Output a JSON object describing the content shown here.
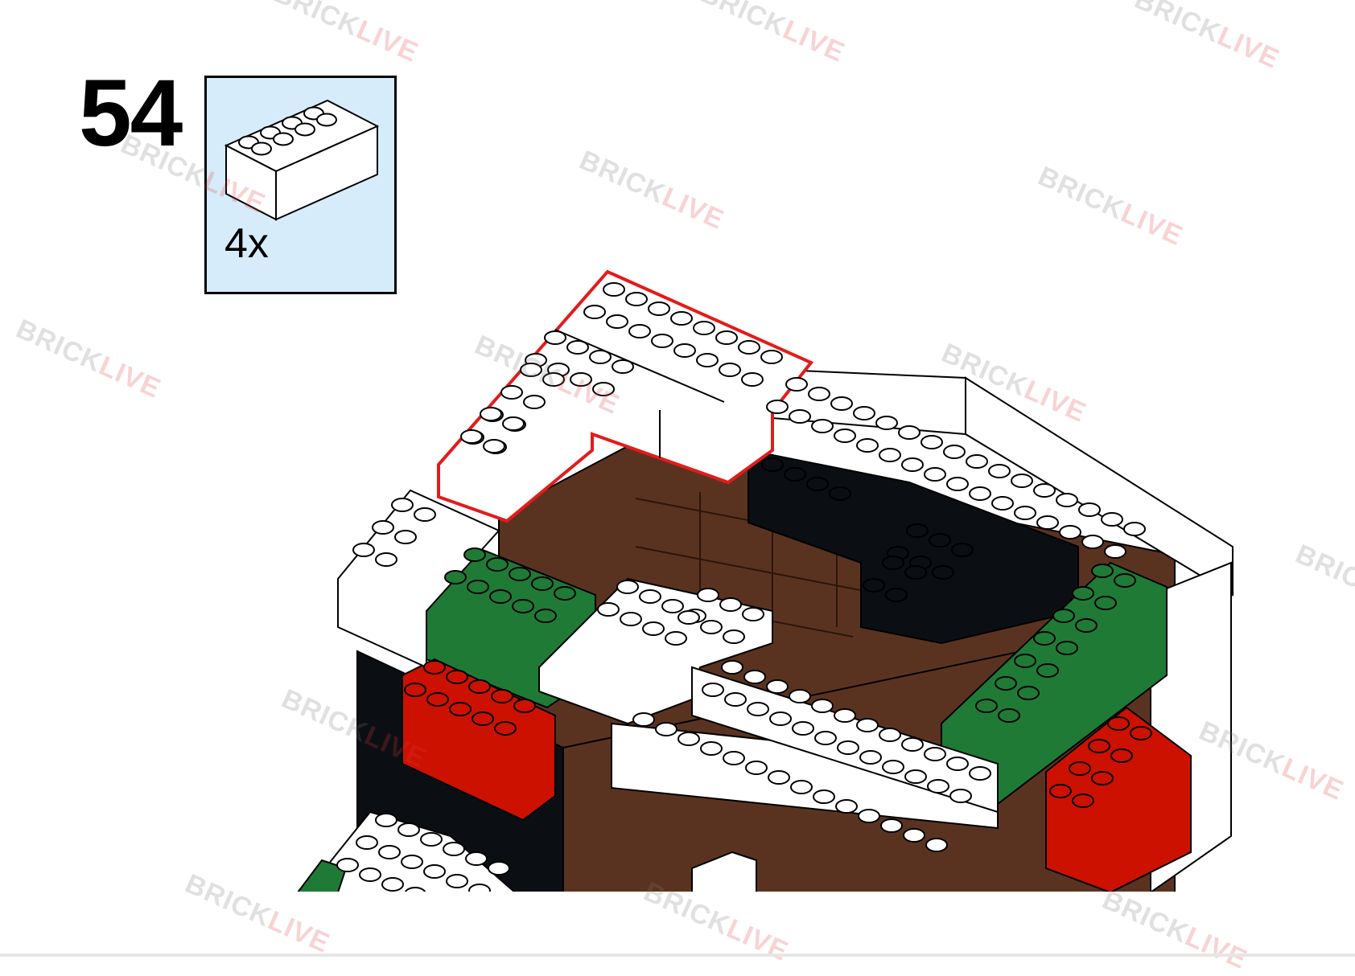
{
  "step": {
    "number": "54"
  },
  "parts": {
    "count_label": "4x",
    "part": "white-2x4-brick-icon"
  },
  "watermark": {
    "brand_part1": "BRICK",
    "brand_part2": "LIVE"
  },
  "colors": {
    "background": "#ffffff",
    "parts_box_fill": "#d7ecfb",
    "highlight_outline": "#e41b1b",
    "brick_white": "#ffffff",
    "brick_green": "#1f7a36",
    "brick_red": "#cc1100",
    "brick_brown": "#5a3320",
    "brick_black": "#0b0f14"
  }
}
